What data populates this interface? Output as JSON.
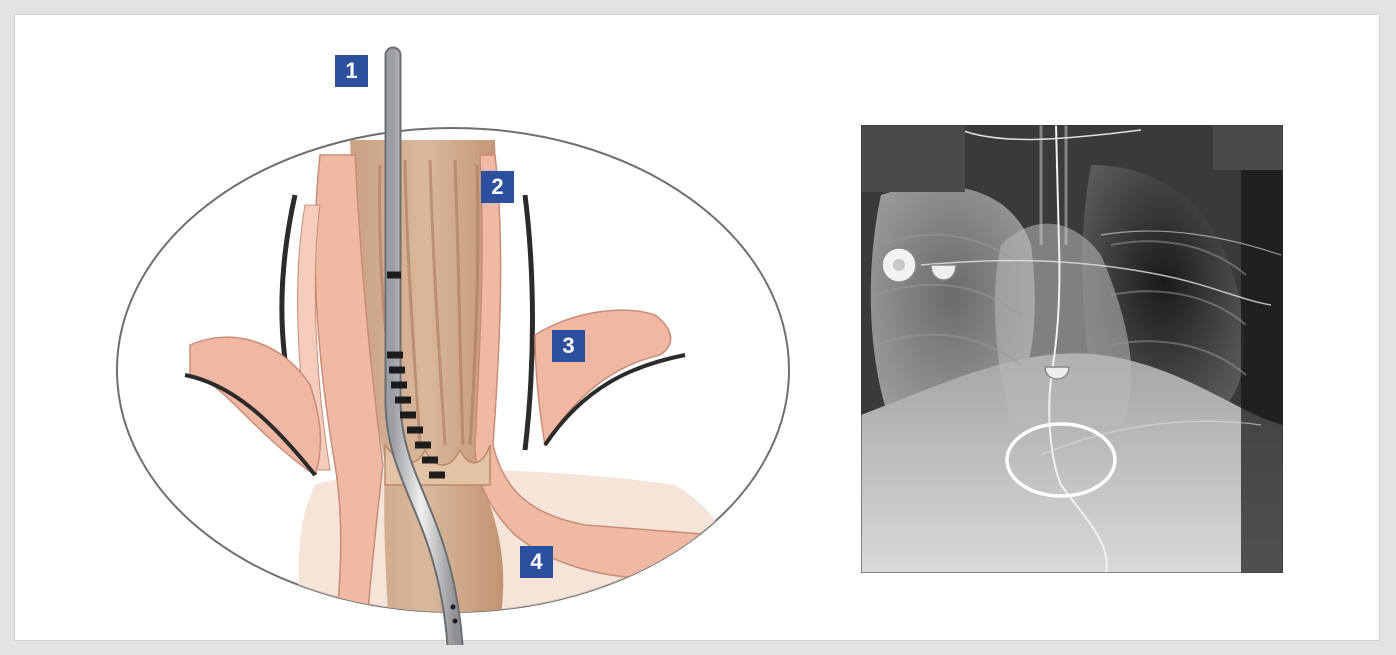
{
  "callouts": [
    {
      "label": "1"
    },
    {
      "label": "2"
    },
    {
      "label": "3"
    },
    {
      "label": "4"
    }
  ],
  "colors": {
    "badge": "#2c4f9e",
    "frame": "#e2e3e5",
    "tissue": "#c99477",
    "mucosa": "#f0b9a4",
    "tube": "#d8dadc"
  },
  "figures": {
    "left": "anatomical-illustration",
    "right": "chest-radiograph"
  }
}
